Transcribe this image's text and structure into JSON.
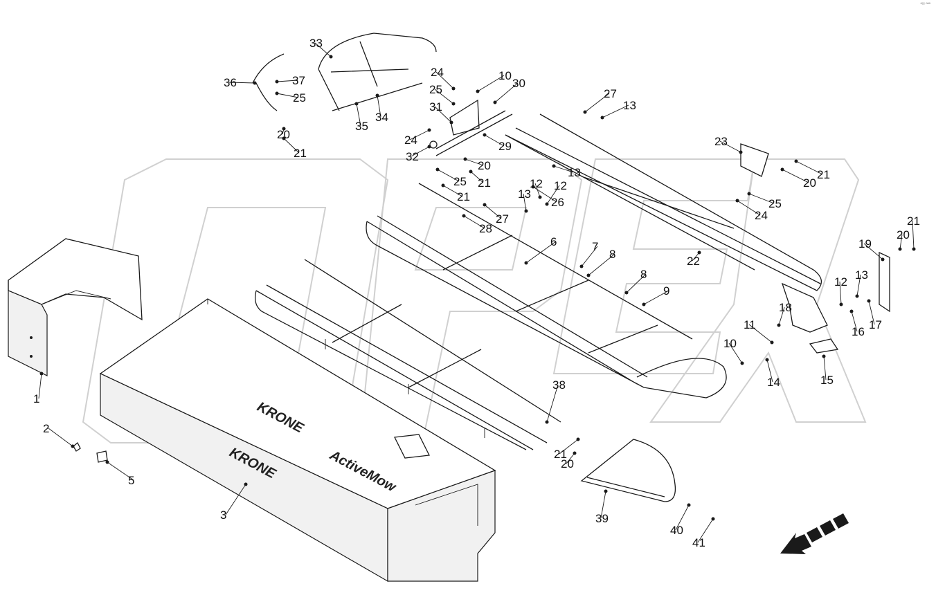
{
  "corner_mark": "º²² ººº",
  "brand_text": "KRONE",
  "model_text": "ActiveMow",
  "labels": [
    "1",
    "2",
    "3",
    "5",
    "6",
    "7",
    "8",
    "8",
    "9",
    "10",
    "10",
    "11",
    "12",
    "12",
    "12",
    "13",
    "13",
    "13",
    "13",
    "14",
    "15",
    "16",
    "17",
    "18",
    "19",
    "20",
    "20",
    "20",
    "20",
    "20",
    "21",
    "21",
    "21",
    "21",
    "21",
    "21",
    "22",
    "23",
    "24",
    "24",
    "24",
    "25",
    "25",
    "25",
    "25",
    "26",
    "27",
    "27",
    "28",
    "29",
    "30",
    "31",
    "32",
    "33",
    "34",
    "35",
    "36",
    "37",
    "38",
    "39",
    "40",
    "41"
  ]
}
